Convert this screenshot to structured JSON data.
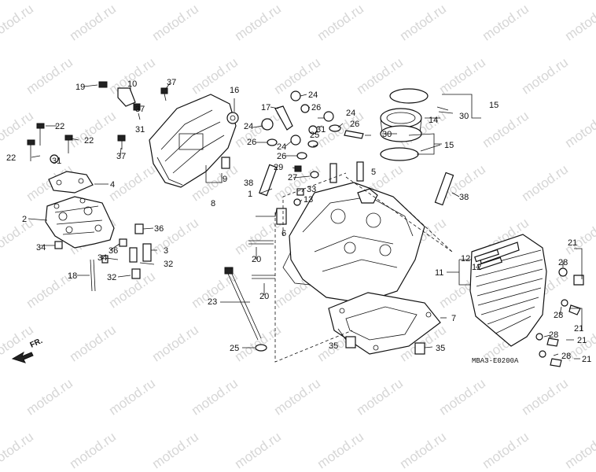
{
  "watermark": "motod.ru",
  "drawing_code": "MBA3-E0200A",
  "front_label": "FR.",
  "labels": {
    "l1": "1",
    "l2": "2",
    "l3": "3",
    "l4": "4",
    "l5": "5",
    "l6": "6",
    "l7": "7",
    "l8": "8",
    "l9": "9",
    "l10": "10",
    "l11": "11",
    "l12a": "12",
    "l12b": "12",
    "l13": "13",
    "l14": "14",
    "l15a": "15",
    "l15b": "15",
    "l16": "16",
    "l17": "17",
    "l18": "18",
    "l19": "19",
    "l20a": "20",
    "l20b": "20",
    "l21a": "21",
    "l21b": "21",
    "l21c": "21",
    "l21d": "21",
    "l22a": "22",
    "l22b": "22",
    "l22c": "22",
    "l23": "23",
    "l24a": "24",
    "l24b": "24",
    "l24c": "24",
    "l24d": "24",
    "l25a": "25",
    "l25b": "25",
    "l26a": "26",
    "l26b": "26",
    "l26c": "26",
    "l26d": "26",
    "l27": "27",
    "l28a": "28",
    "l28b": "28",
    "l28c": "28",
    "l28d": "28",
    "l29": "29",
    "l30a": "30",
    "l30b": "30",
    "l31a": "31",
    "l31b": "31",
    "l31c": "31",
    "l32a": "32",
    "l32b": "32",
    "l33": "33",
    "l34a": "34",
    "l34b": "34",
    "l35a": "35",
    "l35b": "35",
    "l36a": "36",
    "l36b": "36",
    "l37a": "37",
    "l37b": "37",
    "l37c": "37",
    "l38a": "38",
    "l38b": "38"
  }
}
